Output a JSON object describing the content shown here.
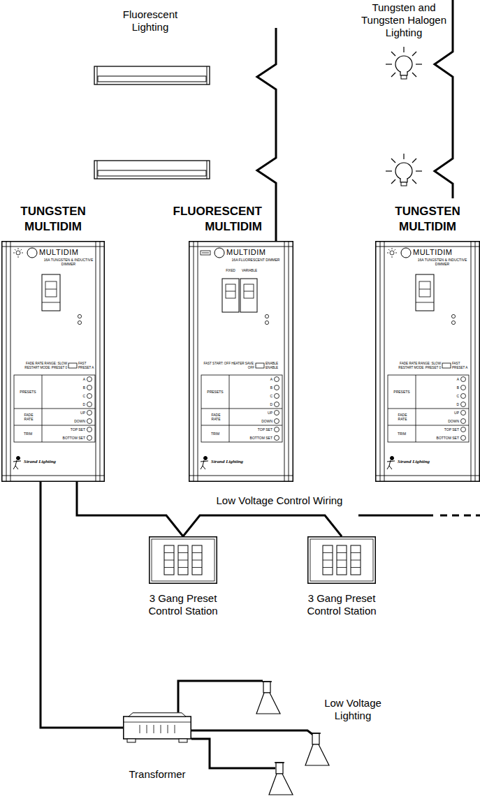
{
  "diagram": {
    "nodes": [
      {
        "text": [
          "TUNGSTEN MULTIDIM",
          "MULTIDIM",
          "16A TUNGSTEN & INDUCTIVE DIMMER",
          "FADE RATE RANGE: SLOW RESTART MODE: PRESET 0",
          "FAST PRESET A",
          "PRESETS",
          "A",
          "B",
          "C",
          "D",
          "FADE RATE",
          "UP",
          "DOWN",
          "TRIM",
          "TOP SET",
          "BOTTOM SET",
          "Strand Lighting"
        ]
      },
      {
        "text": [
          "FLUORESCENT MULTIDIM",
          "MULTIDIM",
          "16A FLUORESCENT DIMMER",
          "FIXED",
          "VARIABLE",
          "FAST START: OFF HEATER SAVE: OFF",
          "ENABLE ENABLE",
          "PRESETS",
          "A",
          "B",
          "C",
          "D",
          "FADE RATE",
          "UP",
          "DOWN",
          "TRIM",
          "TOP SET",
          "BOTTOM SET",
          "Strand Lighting"
        ]
      },
      {
        "text": [
          "TUNGSTEN MULTIDIM",
          "MULTIDIM",
          "16A TUNGSTEN & INDUCTIVE DIMMER",
          "FADE RATE RANGE: SLOW RESTART MODE: PRESET 0",
          "FAST PRESET A",
          "PRESETS",
          "A",
          "B",
          "C",
          "D",
          "FADE RATE",
          "UP",
          "DOWN",
          "TRIM",
          "TOP SET",
          "BOTTOM SET",
          "Strand Lighting"
        ]
      },
      {
        "text": [
          "3 Gang Preset Control Station"
        ]
      },
      {
        "text": [
          "3 Gang Preset Control Station"
        ]
      },
      {
        "text": [
          "Transformer"
        ]
      }
    ],
    "edges": [
      {
        "from": 0,
        "to": 3,
        "arrow": "none"
      },
      {
        "from": 3,
        "to": 4,
        "arrow": "none"
      },
      {
        "from": 0,
        "to": 5,
        "arrow": "none"
      }
    ],
    "labels": [
      "Fluorescent Lighting",
      "Tungsten and Tungsten Halogen Lighting",
      "Low Voltage Control Wiring",
      "Low Voltage Lighting"
    ]
  }
}
